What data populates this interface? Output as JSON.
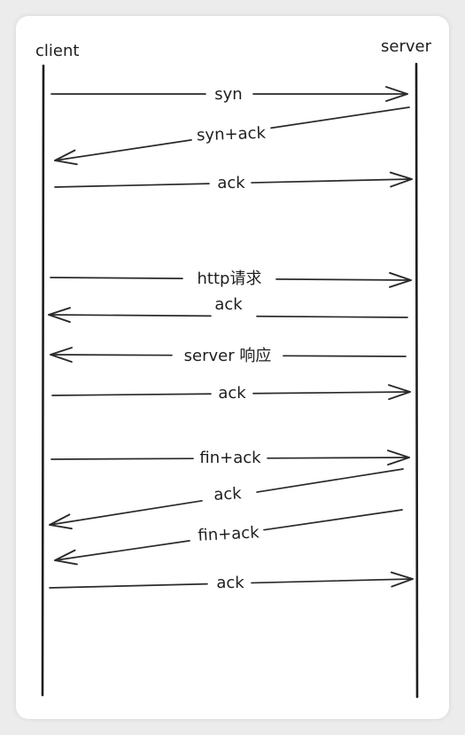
{
  "actors": {
    "client": "client",
    "server": "server"
  },
  "messages": [
    {
      "label": "syn",
      "direction": "client-to-server"
    },
    {
      "label": "syn+ack",
      "direction": "server-to-client"
    },
    {
      "label": "ack",
      "direction": "client-to-server"
    },
    {
      "label": "http请求",
      "direction": "client-to-server"
    },
    {
      "label": "ack",
      "direction": "server-to-client"
    },
    {
      "label": "server 响应",
      "direction": "server-to-client"
    },
    {
      "label": "ack",
      "direction": "client-to-server"
    },
    {
      "label": "fin+ack",
      "direction": "client-to-server"
    },
    {
      "label": "ack",
      "direction": "server-to-client"
    },
    {
      "label": "fin+ack",
      "direction": "server-to-client"
    },
    {
      "label": "ack",
      "direction": "client-to-server"
    }
  ],
  "colors": {
    "background": "#ececec",
    "card": "#ffffff",
    "stroke": "#1e1e1e"
  }
}
